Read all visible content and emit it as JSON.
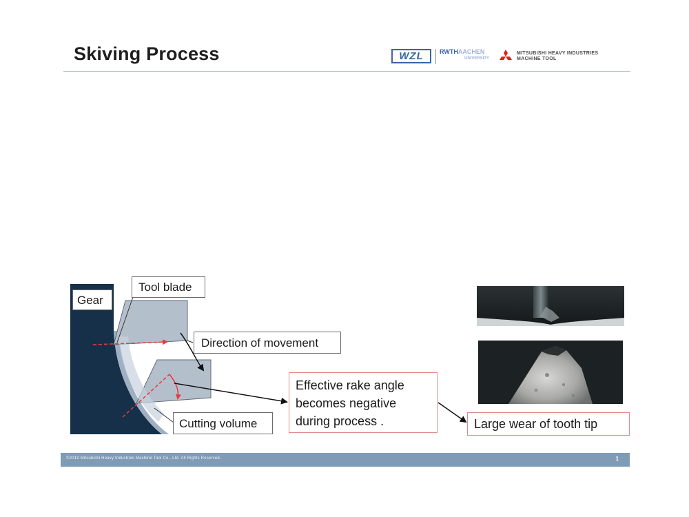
{
  "slide": {
    "title": "Skiving Process",
    "logos": {
      "wzl": "WZL",
      "rwth_main_a": "RWTH",
      "rwth_main_b": "AACHEN",
      "rwth_sub": "UNIVERSITY",
      "mhi_line1": "MITSUBISHI HEAVY INDUSTRIES",
      "mhi_line2": "MACHINE TOOL"
    },
    "colors": {
      "gear": "#163049",
      "tool": "#b4bfcc",
      "accent_red": "#e43b3b",
      "footer": "#7f9bb5"
    }
  },
  "diagram": {
    "gear_label": "Gear",
    "tool_blade_label": "Tool blade",
    "direction_label": "Direction of movement",
    "cutting_volume_label": "Cutting volume",
    "rake_angle_line1": "Effective rake angle",
    "rake_angle_line2": "becomes negative",
    "rake_angle_line3": "during process .",
    "wear_label": "Large wear of tooth tip"
  },
  "footer": {
    "copyright": "©2019 Mitsubishi Heavy Industries Machine Tool Co., Ltd. All Rights Reserved.",
    "page_number": "1"
  }
}
